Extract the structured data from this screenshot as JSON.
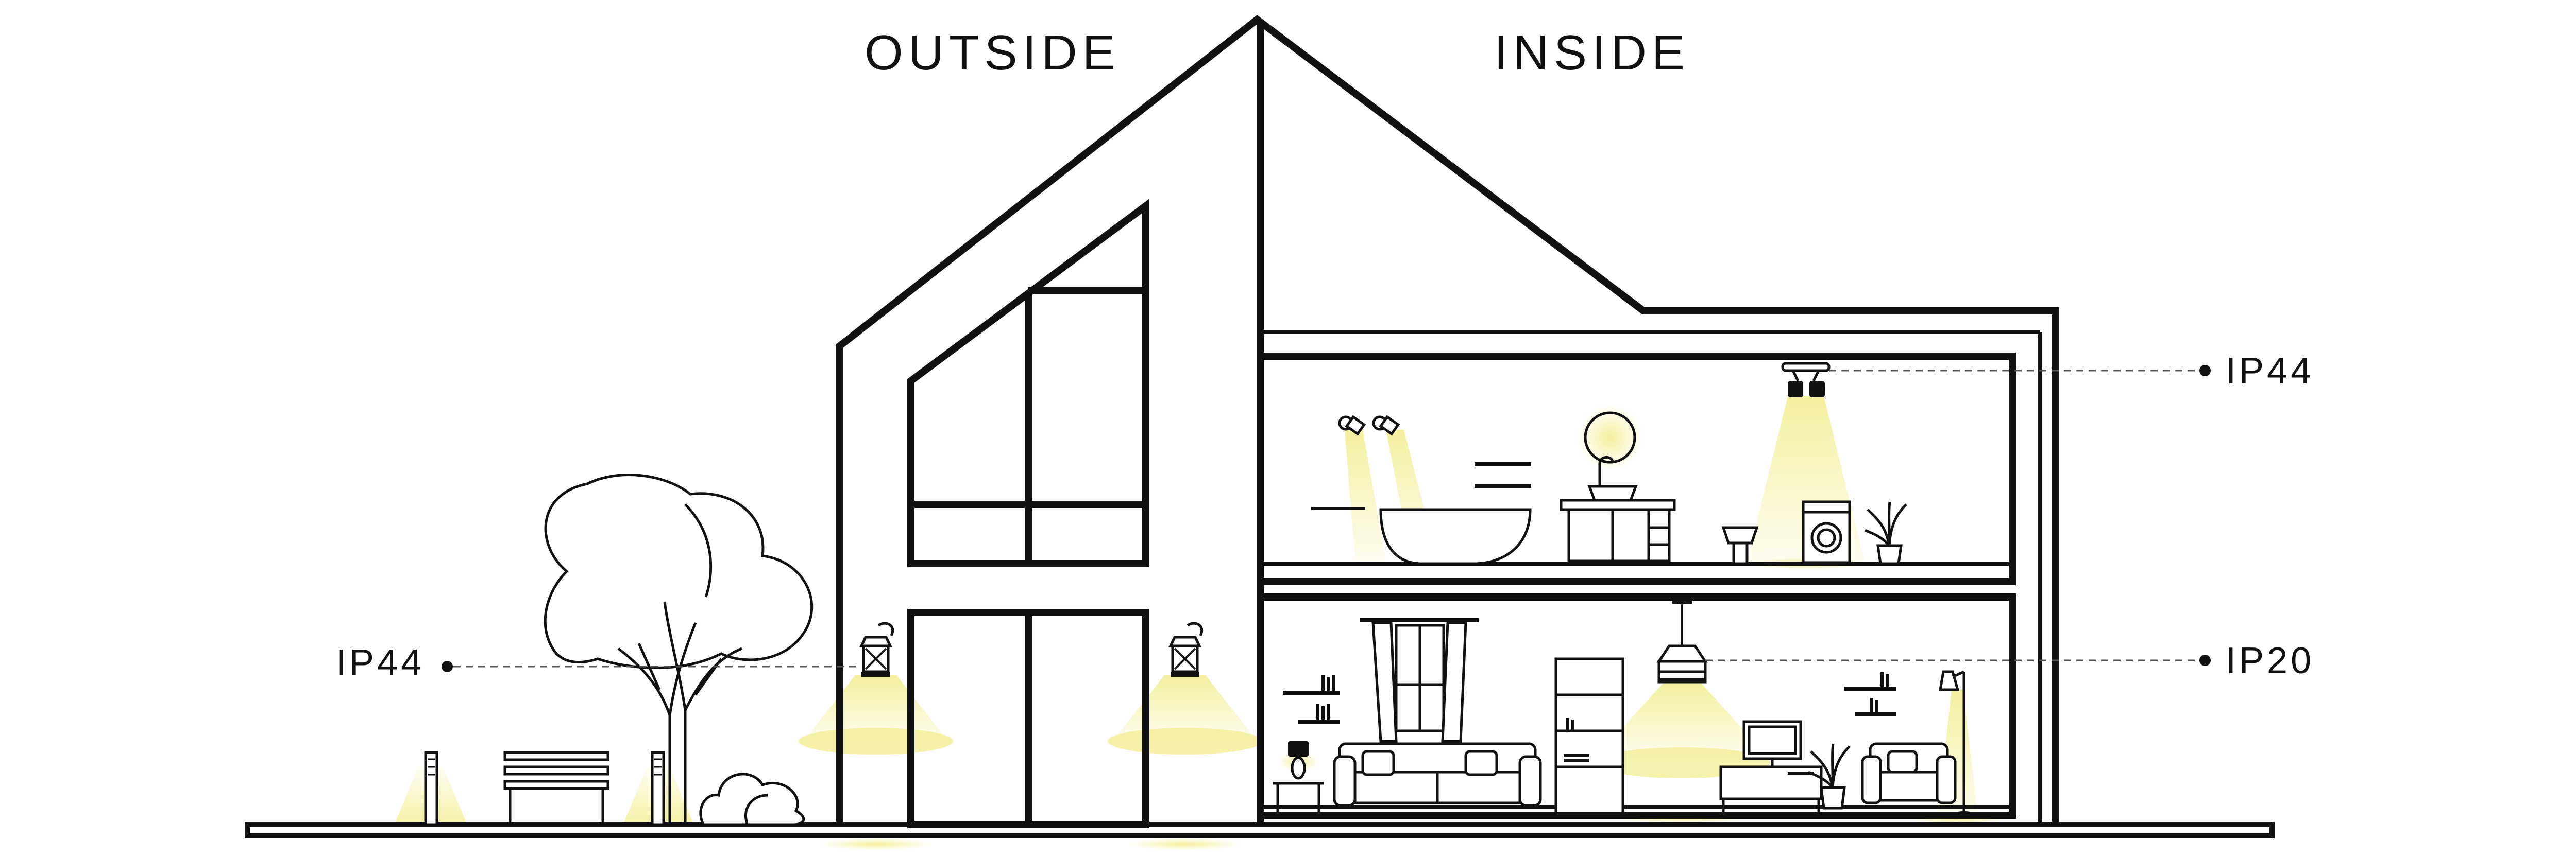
{
  "labels": {
    "outside": "OUTSIDE",
    "inside": "INSIDE",
    "ip_exterior": "IP44",
    "ip_bathroom": "IP44",
    "ip_living": "IP20"
  },
  "colors": {
    "line": "#111111",
    "light_glow": "#f3ef9a",
    "background": "#ffffff"
  }
}
